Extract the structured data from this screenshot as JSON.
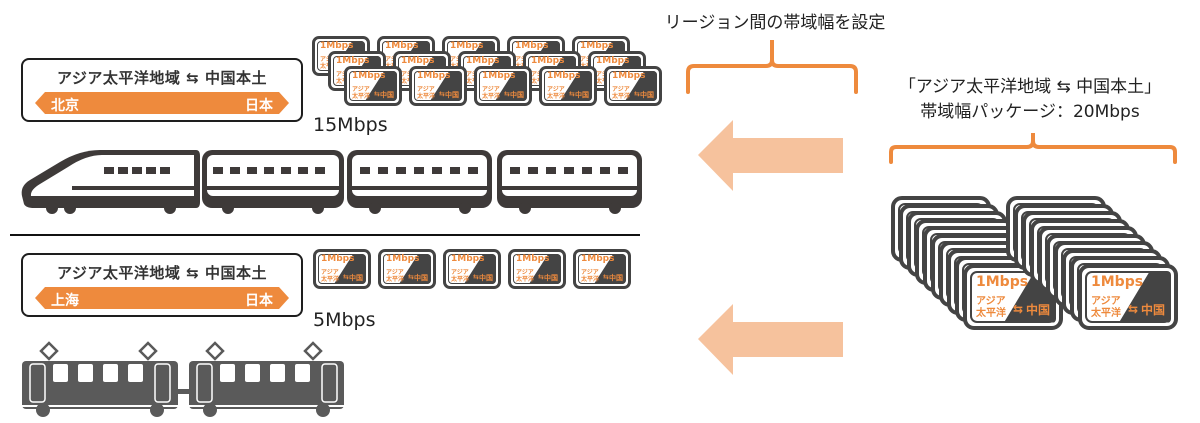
{
  "top_caption": "リージョン間の帯域幅を設定",
  "package_caption": {
    "line1": "「アジア太平洋地域 ⇆ 中国本土」",
    "line2": "帯域幅パッケージ：20Mbps"
  },
  "routes": [
    {
      "sign_title": "アジア太平洋地域 ⇆ 中国本土",
      "from": "北京",
      "to": "日本",
      "bandwidth_label": "15Mbps",
      "bandwidth_mbps": 15,
      "vehicle": "shinkansen-train"
    },
    {
      "sign_title": "アジア太平洋地域 ⇆ 中国本土",
      "from": "上海",
      "to": "日本",
      "bandwidth_label": "5Mbps",
      "bandwidth_mbps": 5,
      "vehicle": "tram"
    }
  ],
  "card": {
    "rate": "1Mbps",
    "source": "アジア太平洋",
    "arrow": "⇆",
    "destination": "中国"
  },
  "package_total_mbps": 20,
  "colors": {
    "accent": "#ee8a3d",
    "arrow_fill": "#f6c29d",
    "dark": "#444444",
    "train": "#3e3a39",
    "tram": "#5a5a5a"
  }
}
